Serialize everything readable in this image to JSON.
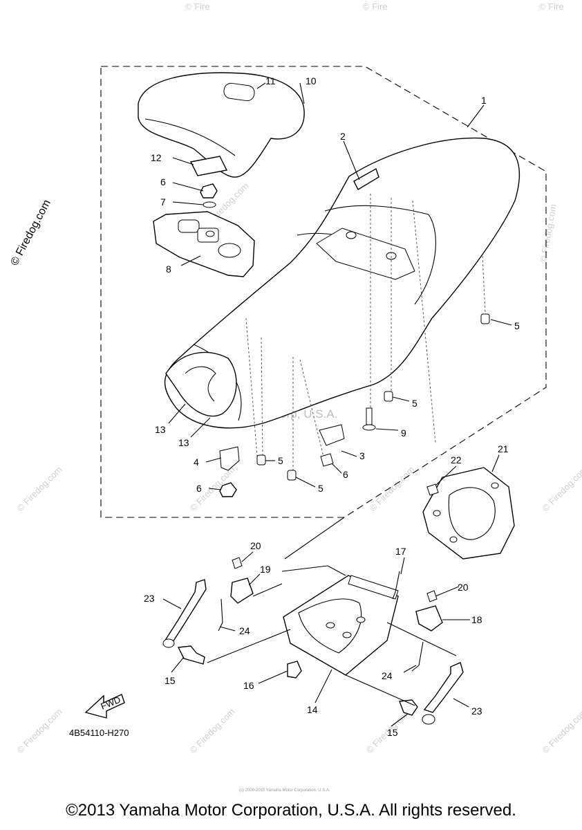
{
  "watermarks": {
    "site": "© Firedog.com",
    "site_short": "© Fire",
    "center": "Yamaha Motor Corp, U.S.A."
  },
  "parts": {
    "p1": "1",
    "p2": "2",
    "p3": "3",
    "p4": "4",
    "p5a": "5",
    "p5b": "5",
    "p5c": "5",
    "p5d": "5",
    "p6a": "6",
    "p6b": "6",
    "p6c": "6",
    "p7": "7",
    "p8": "8",
    "p9": "9",
    "p10": "10",
    "p11": "11",
    "p12": "12",
    "p13a": "13",
    "p13b": "13",
    "p14": "14",
    "p15a": "15",
    "p15b": "15",
    "p16": "16",
    "p17": "17",
    "p18": "18",
    "p19": "19",
    "p20a": "20",
    "p20b": "20",
    "p21": "21",
    "p22": "22",
    "p23a": "23",
    "p23b": "23",
    "p24a": "24",
    "p24b": "24"
  },
  "fwd_label": "FWD",
  "diagram_code": "4B54110-H270",
  "fine_print": "(c) 2000-2015 Yamaha Motor Corporation, U.S.A.",
  "copyright": "©2013 Yamaha Motor Corporation, U.S.A. All rights reserved."
}
